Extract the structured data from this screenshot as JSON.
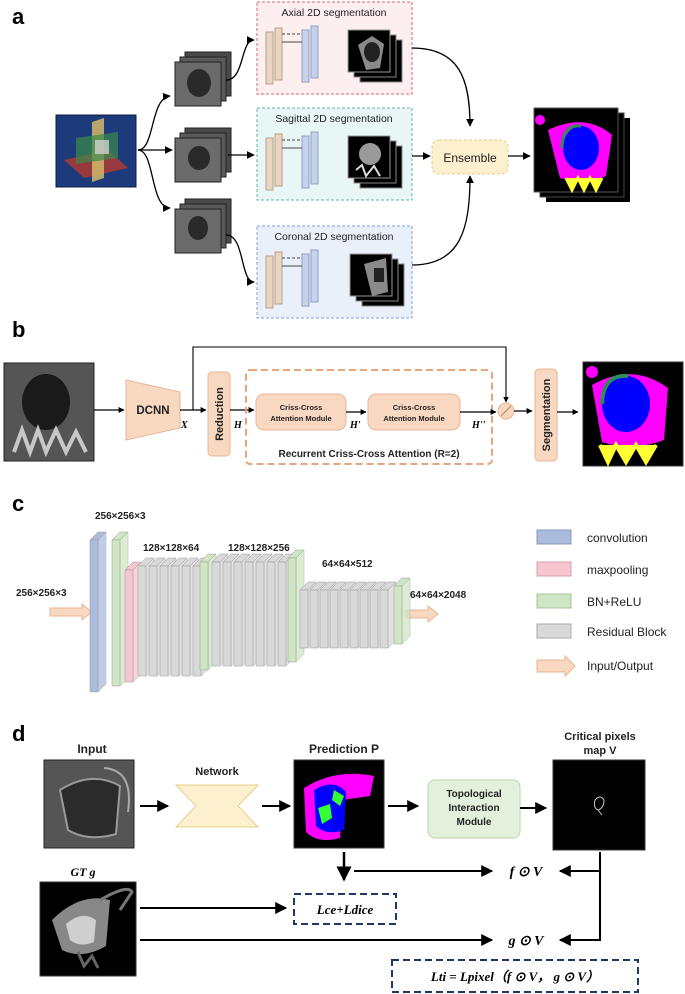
{
  "panels": {
    "a": "a",
    "b": "b",
    "c": "c",
    "d": "d"
  },
  "a": {
    "axial_label": "Axial 2D segmentation",
    "sagittal_label": "Sagittal 2D segmentation",
    "coronal_label": "Coronal 2D segmentation",
    "ensemble_label": "Ensemble"
  },
  "b": {
    "dcnn": "DCNN",
    "x": "X",
    "reduction": "Reduction",
    "h": "H",
    "cca1_line1": "Criss-Cross",
    "cca1_line2": "Attention Module",
    "h_prime": "H'",
    "cca2_line1": "Criss-Cross",
    "cca2_line2": "Attention Module",
    "h_dprime": "H''",
    "rcca": "Recurrent Criss-Cross Attention  (R=2)",
    "segmentation": "Segmentation"
  },
  "c": {
    "input_dim": "256×256×3",
    "conv_dim": "256×256×3",
    "stage1_dim": "128×128×64",
    "stage2_dim": "128×128×256",
    "stage3_dim": "64×64×512",
    "output_dim": "64×64×2048",
    "legend": [
      {
        "label": "convolution",
        "color": "#aabbdd"
      },
      {
        "label": "maxpooling",
        "color": "#f5c6cf"
      },
      {
        "label": "BN+ReLU",
        "color": "#cfe6c4"
      },
      {
        "label": "Residual Block",
        "color": "#d9d9d9"
      },
      {
        "label": "Input/Output",
        "color": "#f8d8c0"
      }
    ]
  },
  "d": {
    "input": "Input",
    "network": "Network",
    "prediction": "Prediction P",
    "tim_line1": "Topological",
    "tim_line2": "Interaction",
    "tim_line3": "Module",
    "critical_line1": "Critical pixels",
    "critical_line2": "map V",
    "gt": "GT g",
    "f_dot_v": "f ⊙ V",
    "g_dot_v": "g ⊙ V",
    "loss": "Lce+Ldice",
    "lti": "Lti = Lpixel（f ⊙ V， g ⊙ V）"
  },
  "colors": {
    "axial_box": "#fdeef0",
    "sagittal_box": "#e8f6f6",
    "coronal_box": "#eaf0fa",
    "ensemble": "#fdf0cf",
    "peach": "#f8d8c0",
    "tim": "#e3f1dc",
    "network": "#fdf0cf",
    "dark_blue": "#1f3864"
  }
}
